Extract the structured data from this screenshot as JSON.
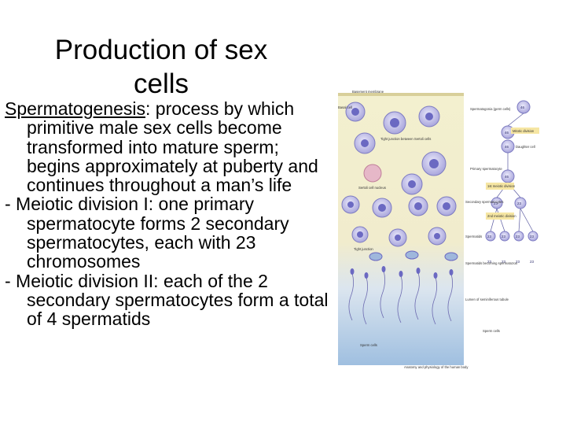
{
  "slide": {
    "title": "Production of sex cells",
    "definition_term": "Spermatogenesis",
    "definition_rest": ": process by which primitive male sex cells become transformed into mature sperm; begins approximately at puberty and continues throughout a man’s life",
    "bullets": [
      "- Meiotic division I: one primary spermatocyte forms 2 secondary spermatocytes, each with 23 chromosomes",
      "- Meiotic division II: each of the 2 secondary spermatocytes form a total of 4 spermatids"
    ]
  },
  "figure": {
    "left_labels": {
      "basement_membrane": "Basement membrane",
      "basal_cell": "Basal cell",
      "tight_junction": "Tight junction between Sertoli cells",
      "sertoli_nucleus": "Sertoli cell nucleus",
      "tight_junction_2": "Tight junction",
      "sperm_cells": "Sperm cells"
    },
    "right_labels": {
      "spermatogonia": "Spermatogonia (germ cells)",
      "mitotic_division": "Mitotic division",
      "daughter_cell": "Daughter cell",
      "primary_spermatocyte": "Primary spermatocyte",
      "meiotic_1": "1st meiotic division",
      "secondary_spermatocytes": "Secondary spermatocytes",
      "meiotic_2": "2nd meiotic division",
      "spermatids": "Spermatids",
      "spermatids_becoming": "Spermatids becoming spermatozoa",
      "lumen": "Lumen of seminiferous tubule",
      "sperm_cells_r": "Sperm cells"
    },
    "chromosome_counts": {
      "diploid": "46",
      "haploid": "23"
    },
    "credit": "Anatomy and physiology of the human body"
  },
  "colors": {
    "cell_fill": "#c9c8ea",
    "nucleus": "#6b69c2",
    "label_box": "#f6e6a3",
    "background_top": "#f3f0cf",
    "lumen": "#bcd4ea"
  }
}
